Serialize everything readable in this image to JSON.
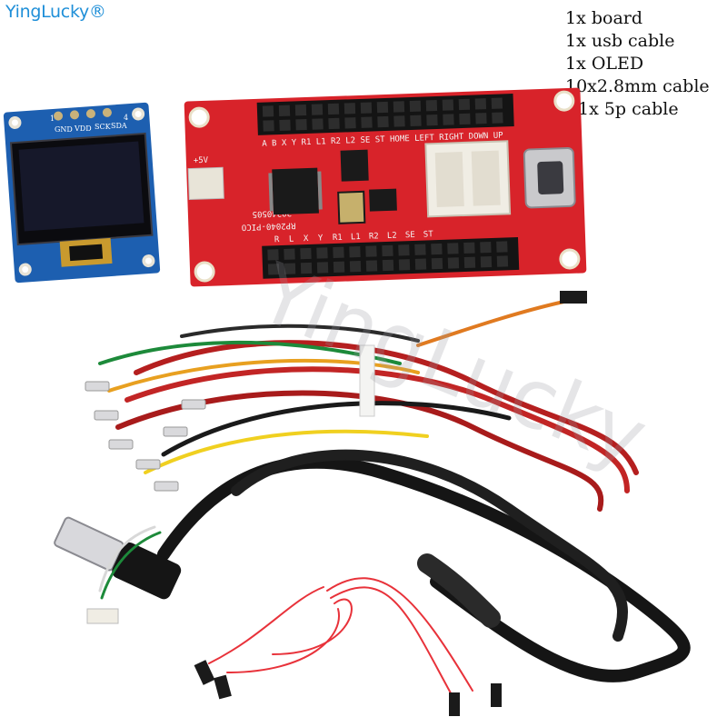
{
  "brand": {
    "name": "YingLucky®"
  },
  "package_contents": [
    "1x board",
    "1x usb cable",
    "1x OLED",
    "10x2.8mm cable",
    "1x 5p cable"
  ],
  "oled": {
    "pins": [
      "1",
      "GND",
      "VDD",
      "SCK",
      "SDA",
      "4"
    ]
  },
  "board": {
    "model": "RP2040-PICO",
    "date_code": "20240505",
    "bottom_labels": [
      "R",
      "L",
      "X",
      "Y",
      "R1",
      "L1",
      "R2",
      "L2",
      "SE",
      "ST"
    ],
    "top_label": "A B X Y R1 L1 R2 L2 SE ST HOME LEFT RIGHT DOWN UP",
    "power_label": "+5V"
  },
  "watermark": "YingLucky",
  "colors": {
    "pcb_red": "#d8232a",
    "oled_blue": "#1d5fb0",
    "brand_blue": "#1f8fd8"
  }
}
